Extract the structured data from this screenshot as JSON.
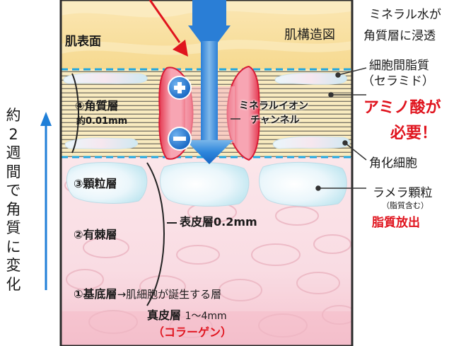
{
  "diagram": {
    "title": "肌構造図",
    "skin_surface": "肌表面",
    "layers": {
      "stratum_corneum": "④角質層",
      "stratum_corneum_thickness": "約0.01mm",
      "granular": "③顆粒層",
      "spinous": "②有棘層",
      "basal_prefix": "①基底層",
      "basal_note": "→肌細胞が誕生する層",
      "epidermis": "表皮層0.2mm",
      "dermis_name": "真皮層",
      "dermis_size": "1〜4mm",
      "collagen": "（コラーゲン）"
    },
    "channel": {
      "line1": "ミネラルイオン",
      "line2": "チャンネル",
      "plus": "+",
      "minus": "−"
    },
    "annotations": {
      "mineral_line1": "ミネラル水が",
      "mineral_line2": "角質層に浸透",
      "ceramide_line1": "細胞間脂質",
      "ceramide_line2": "（セラミド）",
      "amino_line1": "アミノ酸が",
      "amino_line2": "必要！",
      "keratinocyte": "角化細胞",
      "lamellar": "ラメラ顆粒",
      "lamellar_sub": "（脂質含む）",
      "lipid_release": "脂質放出"
    },
    "left_note_chars": [
      "約",
      "2",
      "週",
      "間",
      "で",
      "角",
      "質",
      "に",
      "変",
      "化"
    ],
    "colors": {
      "surface": "#f7dc9a",
      "epidermis_pink": "#f9dde4",
      "dermis_pink": "#f6c8d2",
      "accent_red": "#e0141e",
      "arrow_blue": "#1f7fd8",
      "dashed_blue": "#21a7e0",
      "dark_text": "#1a1a1a"
    }
  }
}
